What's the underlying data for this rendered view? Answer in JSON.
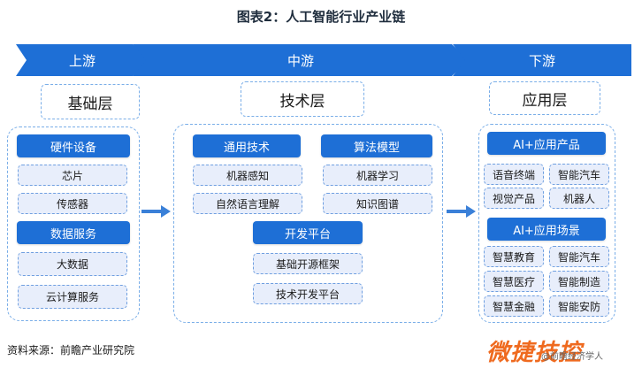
{
  "title": "图表2：人工智能行业产业链",
  "stages": [
    "上游",
    "中游",
    "下游"
  ],
  "layers": {
    "upstream": {
      "header": "基础层",
      "groups": [
        {
          "title": "硬件设备",
          "items": [
            "芯片",
            "传感器"
          ]
        },
        {
          "title": "数据服务",
          "items": [
            "大数据",
            "云计算服务"
          ]
        }
      ]
    },
    "midstream": {
      "header": "技术层",
      "groups": [
        {
          "title": "通用技术",
          "items": [
            "机器感知",
            "自然语言理解"
          ]
        },
        {
          "title": "算法模型",
          "items": [
            "机器学习",
            "知识图谱"
          ]
        },
        {
          "title": "开发平台",
          "items": [
            "基础开源框架",
            "技术开发平台"
          ]
        }
      ]
    },
    "downstream": {
      "header": "应用层",
      "groups": [
        {
          "title": "AI+应用产品",
          "items": [
            "语音终端",
            "智能汽车",
            "视觉产品",
            "机器人"
          ]
        },
        {
          "title": "AI+应用场景",
          "items": [
            "智慧教育",
            "智能汽车",
            "智慧医疗",
            "智能制造",
            "智慧金融",
            "智能安防"
          ]
        }
      ]
    }
  },
  "source": "资料来源：前瞻产业研究院",
  "watermark": {
    "main": "微捷技控",
    "small": "@前瞻经济学人"
  },
  "colors": {
    "accent": "#1e6fd6",
    "item_bg": "#e8eefb",
    "dashed": "#7aaee8"
  }
}
